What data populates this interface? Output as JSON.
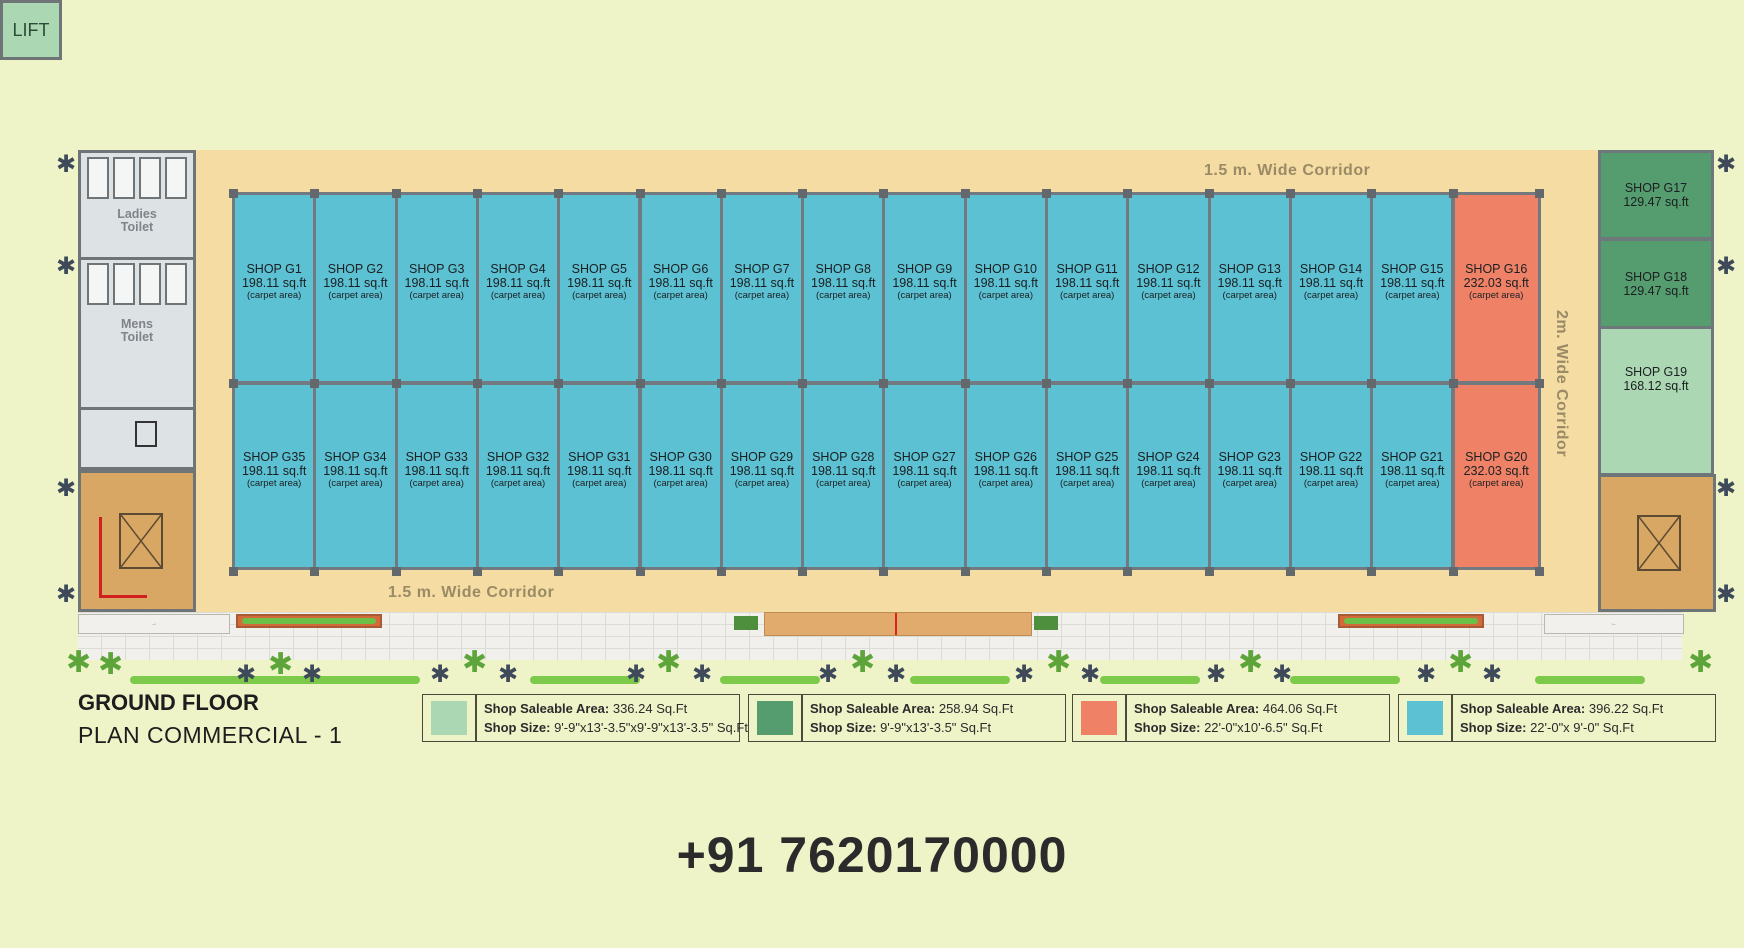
{
  "corridors": {
    "top": "1.5 m. Wide Corridor",
    "bottom": "1.5 m. Wide Corridor",
    "right": "2m. Wide Corridor"
  },
  "toilets": {
    "ladies": "Ladies\nToilet",
    "mens": "Mens\nToilet"
  },
  "lift": "LIFT",
  "carpet_note": "(carpet area)",
  "shops_top": [
    {
      "name": "SHOP G1",
      "area": "198.11 sq.ft"
    },
    {
      "name": "SHOP G2",
      "area": "198.11 sq.ft"
    },
    {
      "name": "SHOP G3",
      "area": "198.11 sq.ft"
    },
    {
      "name": "SHOP G4",
      "area": "198.11 sq.ft"
    },
    {
      "name": "SHOP G5",
      "area": "198.11 sq.ft"
    },
    {
      "name": "SHOP G6",
      "area": "198.11 sq.ft"
    },
    {
      "name": "SHOP G7",
      "area": "198.11 sq.ft"
    },
    {
      "name": "SHOP G8",
      "area": "198.11 sq.ft"
    },
    {
      "name": "SHOP G9",
      "area": "198.11 sq.ft"
    },
    {
      "name": "SHOP G10",
      "area": "198.11 sq.ft"
    },
    {
      "name": "SHOP G11",
      "area": "198.11 sq.ft"
    },
    {
      "name": "SHOP G12",
      "area": "198.11 sq.ft"
    },
    {
      "name": "SHOP G13",
      "area": "198.11 sq.ft"
    },
    {
      "name": "SHOP G14",
      "area": "198.11 sq.ft"
    },
    {
      "name": "SHOP G15",
      "area": "198.11 sq.ft"
    },
    {
      "name": "SHOP G16",
      "area": "232.03 sq.ft"
    }
  ],
  "shops_bottom": [
    {
      "name": "SHOP G35",
      "area": "198.11 sq.ft"
    },
    {
      "name": "SHOP G34",
      "area": "198.11 sq.ft"
    },
    {
      "name": "SHOP G33",
      "area": "198.11 sq.ft"
    },
    {
      "name": "SHOP G32",
      "area": "198.11 sq.ft"
    },
    {
      "name": "SHOP G31",
      "area": "198.11 sq.ft"
    },
    {
      "name": "SHOP G30",
      "area": "198.11 sq.ft"
    },
    {
      "name": "SHOP G29",
      "area": "198.11 sq.ft"
    },
    {
      "name": "SHOP G28",
      "area": "198.11 sq.ft"
    },
    {
      "name": "SHOP G27",
      "area": "198.11 sq.ft"
    },
    {
      "name": "SHOP G26",
      "area": "198.11 sq.ft"
    },
    {
      "name": "SHOP G25",
      "area": "198.11 sq.ft"
    },
    {
      "name": "SHOP G24",
      "area": "198.11 sq.ft"
    },
    {
      "name": "SHOP G23",
      "area": "198.11 sq.ft"
    },
    {
      "name": "SHOP G22",
      "area": "198.11 sq.ft"
    },
    {
      "name": "SHOP G21",
      "area": "198.11 sq.ft"
    },
    {
      "name": "SHOP G20",
      "area": "232.03 sq.ft"
    }
  ],
  "shops_right": [
    {
      "name": "SHOP G17",
      "area": "129.47 sq.ft"
    },
    {
      "name": "SHOP G18",
      "area": "129.47 sq.ft"
    },
    {
      "name": "SHOP G19",
      "area": "168.12 sq.ft"
    }
  ],
  "title": {
    "line1": "GROUND FLOOR",
    "line2": "PLAN COMMERCIAL - 1"
  },
  "legend": [
    {
      "color": "#abd8b3",
      "area_label": "Shop Saleable Area:",
      "area_value": " 336.24 Sq.Ft",
      "size_label": "Shop Size:",
      "size_value": " 9'-9\"x13'-3.5\"x9'-9\"x13'-3.5\" Sq.Ft"
    },
    {
      "color": "#559c6e",
      "area_label": "Shop Saleable Area:",
      "area_value": " 258.94 Sq.Ft",
      "size_label": "Shop Size:",
      "size_value": " 9'-9\"x13'-3.5\" Sq.Ft"
    },
    {
      "color": "#ef8266",
      "area_label": "Shop Saleable Area:",
      "area_value": " 464.06 Sq.Ft",
      "size_label": "Shop Size:",
      "size_value": " 22'-0\"x10'-6.5\" Sq.Ft"
    },
    {
      "color": "#5cc1d2",
      "area_label": "Shop Saleable Area:",
      "area_value": " 396.22 Sq.Ft",
      "size_label": "Shop Size:",
      "size_value": " 22'-0\"x 9'-0\" Sq.Ft"
    }
  ],
  "phone": "+91 7620170000",
  "colors": {
    "background": "#eef3c8",
    "corridor": "#f4dca2",
    "shop_blue": "#5cc1d2",
    "shop_orange": "#ef8266",
    "shop_dark_green": "#559c6e",
    "shop_light_green": "#abd8b3"
  }
}
